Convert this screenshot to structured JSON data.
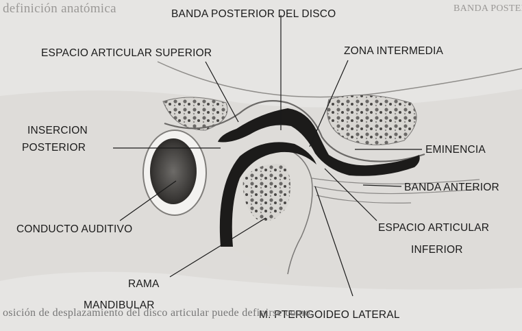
{
  "background_text": {
    "top_left": "definición anatómica",
    "top_right": "BANDA POSTERIOR DEL"
  },
  "labels": {
    "banda_posterior": "BANDA POSTERIOR DEL DISCO",
    "espacio_superior": "ESPACIO ARTICULAR SUPERIOR",
    "zona_intermedia": "ZONA INTERMEDIA",
    "insercion_1": "INSERCION",
    "insercion_2": "POSTERIOR",
    "eminencia": "EMINENCIA",
    "banda_anterior": "BANDA ANTERIOR",
    "conducto": "CONDUCTO AUDITIVO",
    "espacio_inferior_1": "ESPACIO ARTICULAR",
    "espacio_inferior_2": "INFERIOR",
    "rama_1": "RAMA",
    "rama_2": "MANDIBULAR",
    "pterigoideo": "M. PTERIGOIDEO LATERAL"
  },
  "caption_fragment": "osición de desplazamiento del disco articular puede definirse como"
}
